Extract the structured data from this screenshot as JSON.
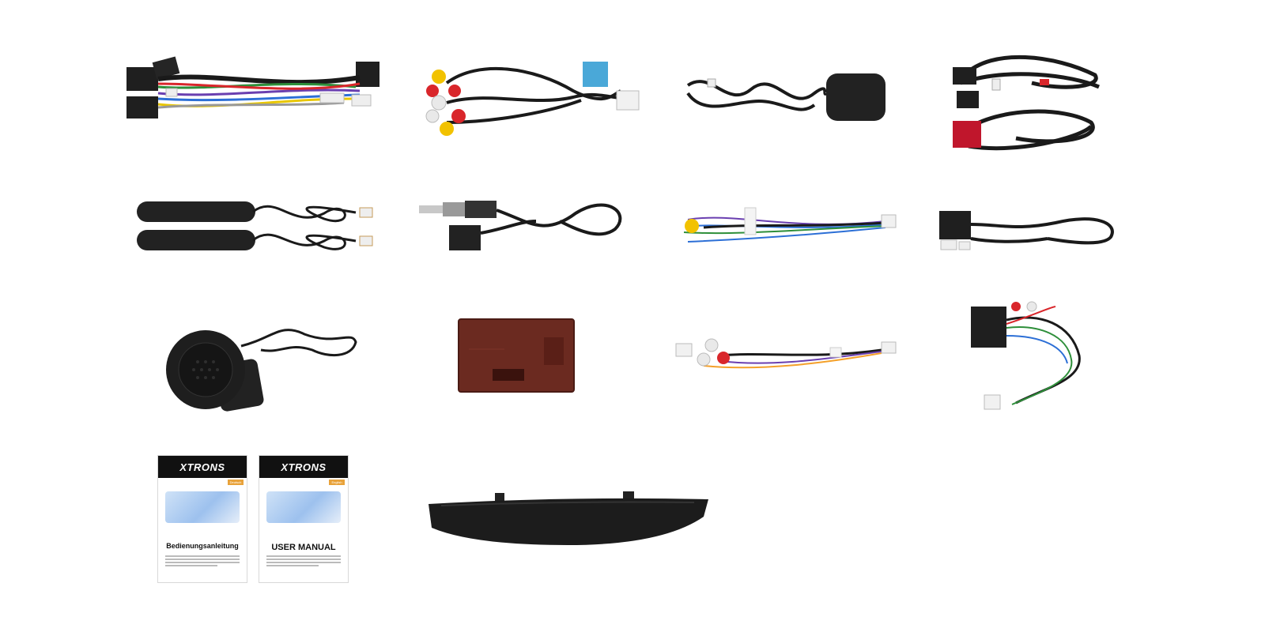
{
  "manuals": [
    {
      "brand": "XTRONS",
      "language": "Deutsch",
      "title": "Bedienungsanleitung"
    },
    {
      "brand": "XTRONS",
      "language": "English",
      "title": "USER MANUAL"
    }
  ],
  "colors": {
    "background": "#ffffff",
    "cable": "#1a1a1a",
    "rca_red": "#d9262b",
    "rca_yellow": "#f2c200",
    "rca_white": "#e9e9e9",
    "connector_blue": "#4aa8d8",
    "connector_red": "#c0162c",
    "box_red": "#6b2a20"
  },
  "icons": [
    "wiring-harness-icon",
    "rca-cable-icon",
    "gps-antenna-icon",
    "usb-cable-icon",
    "wifi-antenna-icon",
    "radio-adapter-icon",
    "camera-cable-icon",
    "can-adapter-icon",
    "microphone-icon",
    "canbus-box-icon",
    "rca-audio-cable-icon",
    "power-adapter-icon",
    "trim-panel-icon"
  ]
}
